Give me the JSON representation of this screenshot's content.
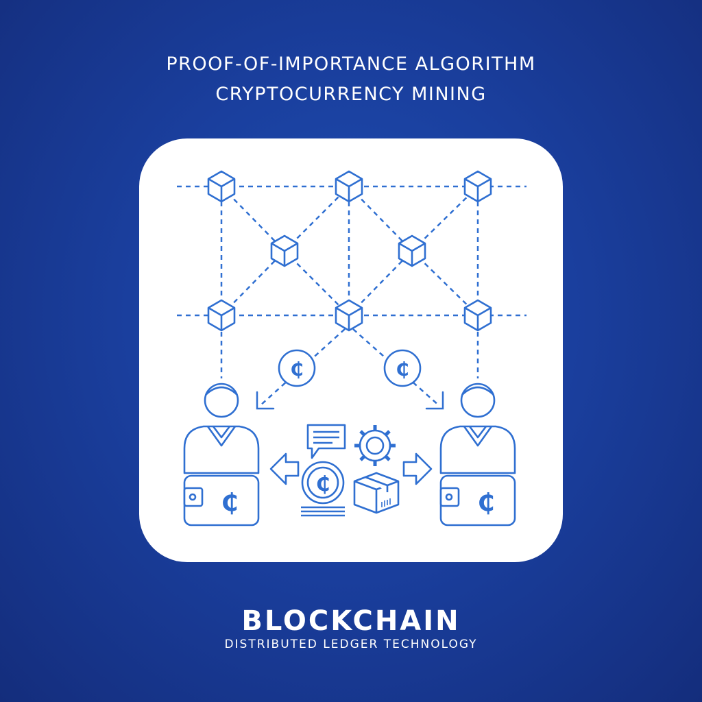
{
  "header": {
    "line1": "PROOF-OF-IMPORTANCE ALGORITHM",
    "line2": "CRYPTOCURRENCY MINING"
  },
  "footer": {
    "title": "BLOCKCHAIN",
    "subtitle": "DISTRIBUTED LEDGER TECHNOLOGY"
  },
  "colors": {
    "background": "#1a3f9e",
    "card": "#ffffff",
    "icon_stroke": "#2f6fd1"
  },
  "icons": [
    "cube-icon",
    "coin-icon",
    "user-icon",
    "wallet-icon",
    "chat-icon",
    "gear-icon",
    "coin-stack-icon",
    "package-box-icon",
    "arrow-left-icon",
    "arrow-right-icon"
  ]
}
